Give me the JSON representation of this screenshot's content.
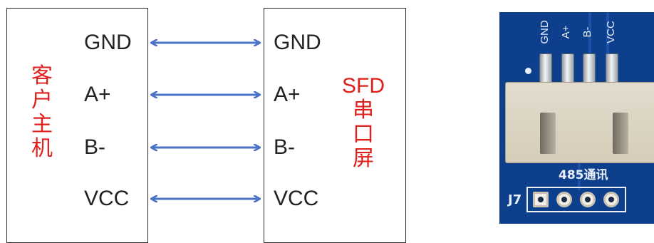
{
  "left_block": {
    "label_chars": [
      "客",
      "户",
      "主",
      "机"
    ],
    "pins": [
      "GND",
      "A+",
      "B-",
      "VCC"
    ]
  },
  "right_block": {
    "label_chars": [
      "SFD",
      "串",
      "口",
      "屏"
    ],
    "pins": [
      "GND",
      "A+",
      "B-",
      "VCC"
    ]
  },
  "colors": {
    "arrow": "#4a73c8",
    "label_red": "#e0201c",
    "pcb_blue": "#0e3f8c"
  },
  "pcb": {
    "pin_labels": [
      "GND",
      "A+",
      "B-",
      "VCC"
    ],
    "connector_label": "485通讯",
    "header_ref": "J7"
  }
}
